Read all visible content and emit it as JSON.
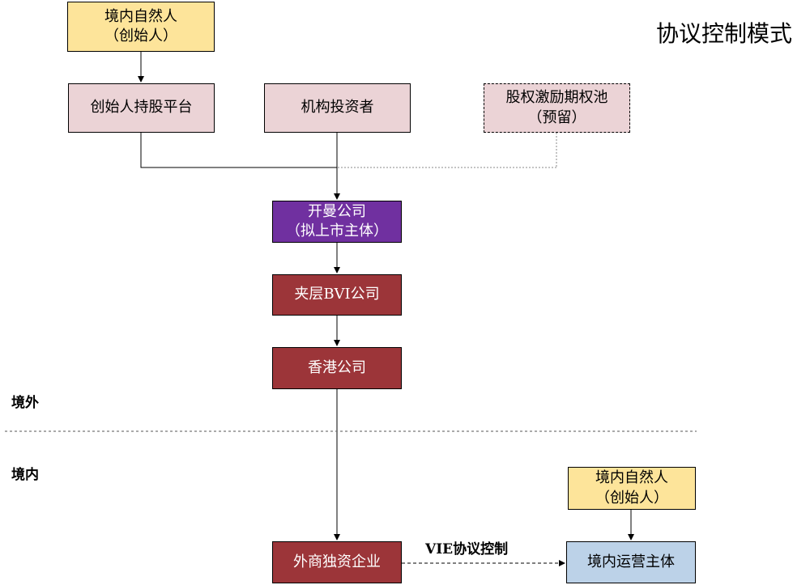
{
  "title": "协议控制模式",
  "nodes": {
    "founder_top": {
      "line1": "境内自然人",
      "line2": "（创始人）"
    },
    "founder_platform": {
      "label": "创始人持股平台"
    },
    "institutional": {
      "label": "机构投资者"
    },
    "esop": {
      "line1": "股权激励期权池",
      "line2": "（预留）"
    },
    "cayman": {
      "line1": "开曼公司",
      "line2": "（拟上市主体）"
    },
    "bvi": {
      "label": "夹层BVI公司"
    },
    "hk": {
      "label": "香港公司"
    },
    "wfoe": {
      "label": "外商独资企业"
    },
    "founder_bottom": {
      "line1": "境内自然人",
      "line2": "（创始人）"
    },
    "opco": {
      "label": "境内运营主体"
    }
  },
  "regions": {
    "offshore": "境外",
    "onshore": "境内"
  },
  "edge_labels": {
    "vie": "VIE协议控制"
  },
  "colors": {
    "founder": "#fde49a",
    "shareholder": "#ebd3d6",
    "listing": "#7030a0",
    "intermediate": "#9c3539",
    "operating": "#bcd2e8"
  }
}
